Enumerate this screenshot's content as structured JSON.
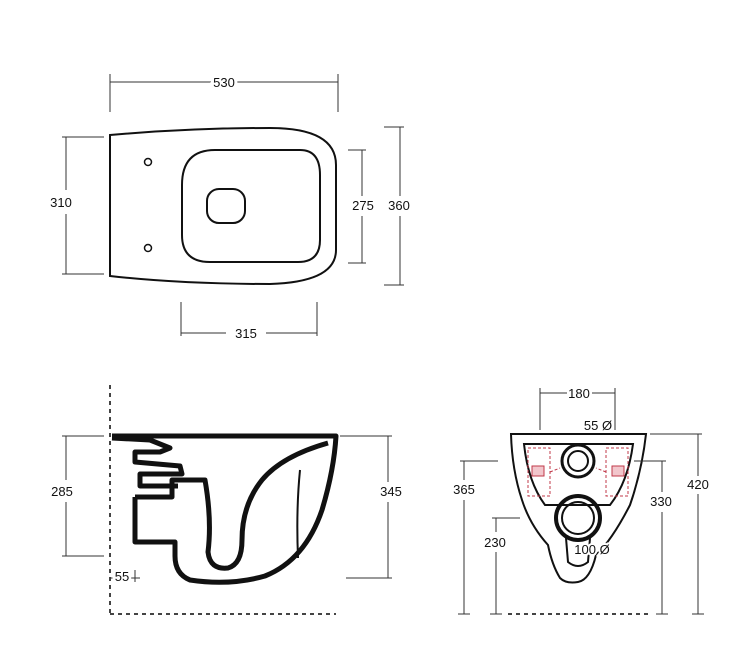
{
  "top_view": {
    "width_label": "530",
    "depth_label": "310",
    "bowl_depth_label": "275",
    "total_depth_label": "360",
    "bowl_width_label": "315"
  },
  "side_view": {
    "height_label": "285",
    "total_height_label": "345",
    "offset_label": "55"
  },
  "rear_view": {
    "spacing_label": "180",
    "inlet_label": "55 Ø",
    "left_height_label": "365",
    "outlet_height_label": "230",
    "right_height_label": "330",
    "total_height_label": "420",
    "outlet_label": "100 Ø"
  },
  "colors": {
    "line": "#111111",
    "dimension": "#333333",
    "accent": "#c0394a"
  }
}
